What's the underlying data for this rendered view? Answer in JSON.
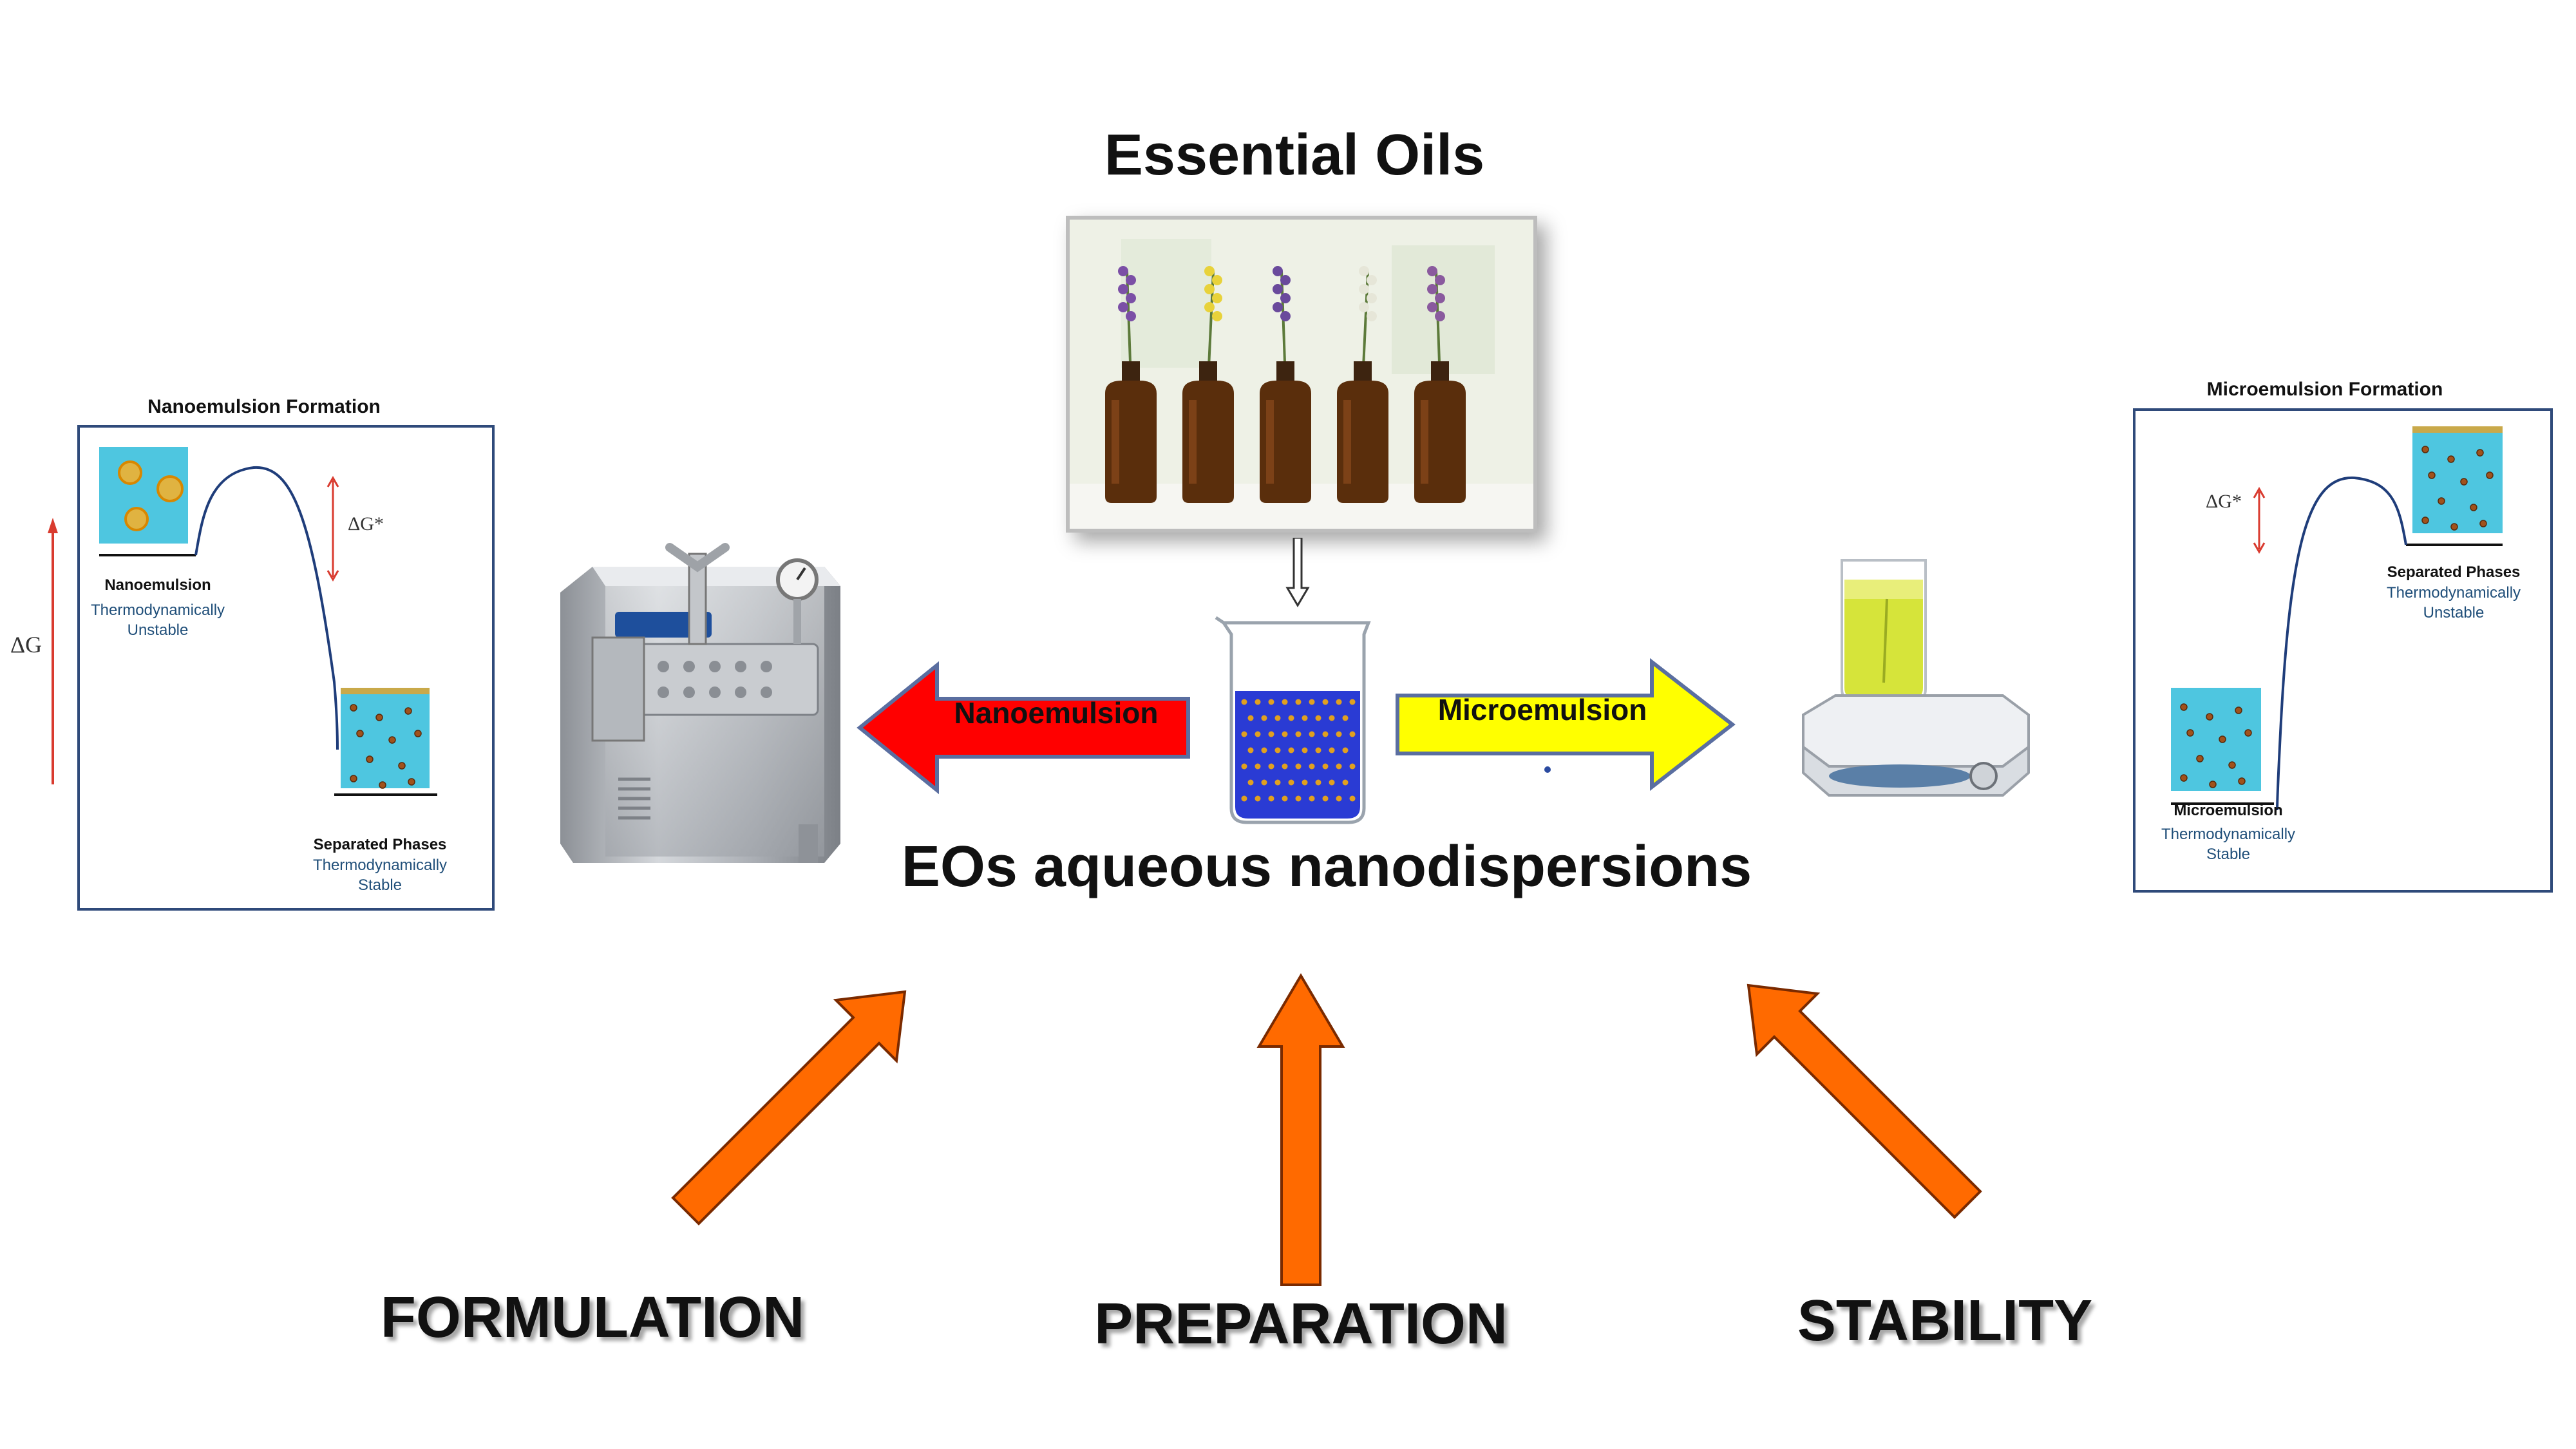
{
  "title": "Essential Oils",
  "center_label": "EOs aqueous nanodispersions",
  "arrows": {
    "left_label": "Nanoemulsion",
    "right_label": "Microemulsion"
  },
  "factors": [
    "FORMULATION",
    "PREPARATION",
    "STABILITY"
  ],
  "nano_panel": {
    "title": "Nanoemulsion Formation",
    "delta_g": "ΔG",
    "delta_g_star": "ΔG*",
    "state_high": {
      "name": "Nanoemulsion",
      "line1": "Thermodynamically",
      "line2": "Unstable"
    },
    "state_low": {
      "name": "Separated Phases",
      "line1": "Thermodynamically",
      "line2": "Stable"
    }
  },
  "micro_panel": {
    "title": "Microemulsion Formation",
    "delta_g_star": "ΔG*",
    "state_high": {
      "name": "Separated Phases",
      "line1": "Thermodynamically",
      "line2": "Unstable"
    },
    "state_low": {
      "name": "Microemulsion",
      "line1": "Thermodynamically",
      "line2": "Stable"
    }
  },
  "colors": {
    "left_arrow": "#ff0000",
    "right_arrow": "#ffff00",
    "factor_arrow": "#ff6a00",
    "panel_border": "#2f4a7a",
    "liquid_blue": "#2a3bd4",
    "cell_cyan": "#4ec6e0"
  },
  "icons": [
    "homogenizer-icon",
    "beaker-icon",
    "hotplate-stirrer-icon",
    "oil-bottle-icon"
  ]
}
